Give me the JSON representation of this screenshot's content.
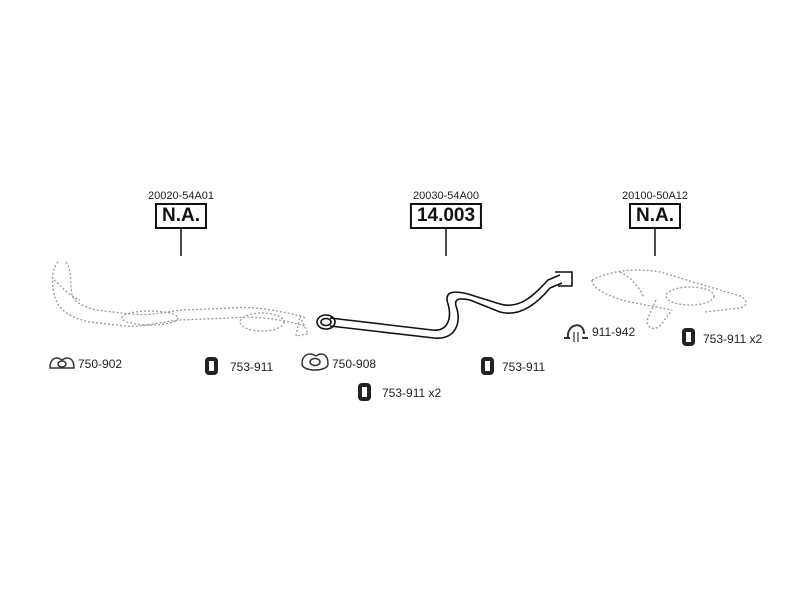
{
  "parts": [
    {
      "oe_number": "20020-54A01",
      "ref": "N.A."
    },
    {
      "oe_number": "20030-54A00",
      "ref": "14.003"
    },
    {
      "oe_number": "20100-50A12",
      "ref": "N.A."
    }
  ],
  "accessories": [
    {
      "label": "750-902",
      "icon": "flange-gasket-icon"
    },
    {
      "label": "753-911",
      "icon": "rubber-hanger-icon"
    },
    {
      "label": "750-908",
      "icon": "flange-gasket-icon"
    },
    {
      "label": "753-911 x2",
      "icon": "rubber-hanger-icon"
    },
    {
      "label": "753-911",
      "icon": "rubber-hanger-icon"
    },
    {
      "label": "911-942",
      "icon": "pipe-clamp-icon"
    },
    {
      "label": "753-911 x2",
      "icon": "rubber-hanger-icon"
    }
  ]
}
